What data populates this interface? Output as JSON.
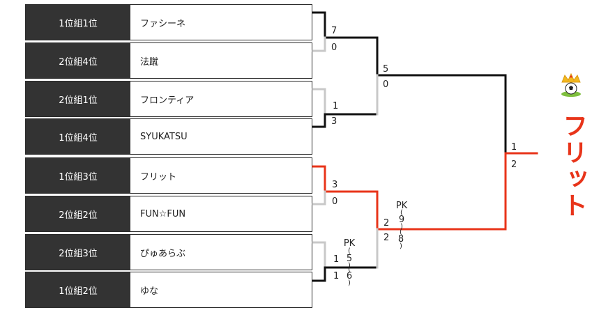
{
  "teams": [
    {
      "seed": "1位組1位",
      "name": "ファシーネ"
    },
    {
      "seed": "2位組4位",
      "name": "法蹴"
    },
    {
      "seed": "2位組1位",
      "name": "フロンティア"
    },
    {
      "seed": "1位組4位",
      "name": "SYUKATSU"
    },
    {
      "seed": "1位組3位",
      "name": "フリット"
    },
    {
      "seed": "2位組2位",
      "name": "FUN☆FUN"
    },
    {
      "seed": "2位組3位",
      "name": "ぴゅあらぶ"
    },
    {
      "seed": "1位組2位",
      "name": "ゆな"
    }
  ],
  "scores": {
    "r1_m1": [
      "7",
      "0"
    ],
    "r1_m2": [
      "1",
      "3"
    ],
    "r1_m3": [
      "3",
      "0"
    ],
    "r1_m4": [
      "1",
      "1"
    ],
    "r1_m4_pk": {
      "label": "PK",
      "top": "5",
      "bottom": "6"
    },
    "semi_1": [
      "5",
      "0"
    ],
    "semi_2": [
      "2",
      "2"
    ],
    "semi_2_pk": {
      "label": "PK",
      "top": "9",
      "bottom": "8"
    },
    "final": [
      "1",
      "2"
    ]
  },
  "champion": "フリット",
  "colors": {
    "winner_line": "#e8341a",
    "loser_line": "#c8c8c8",
    "path_line": "#111111",
    "seed_bg": "#333333"
  }
}
